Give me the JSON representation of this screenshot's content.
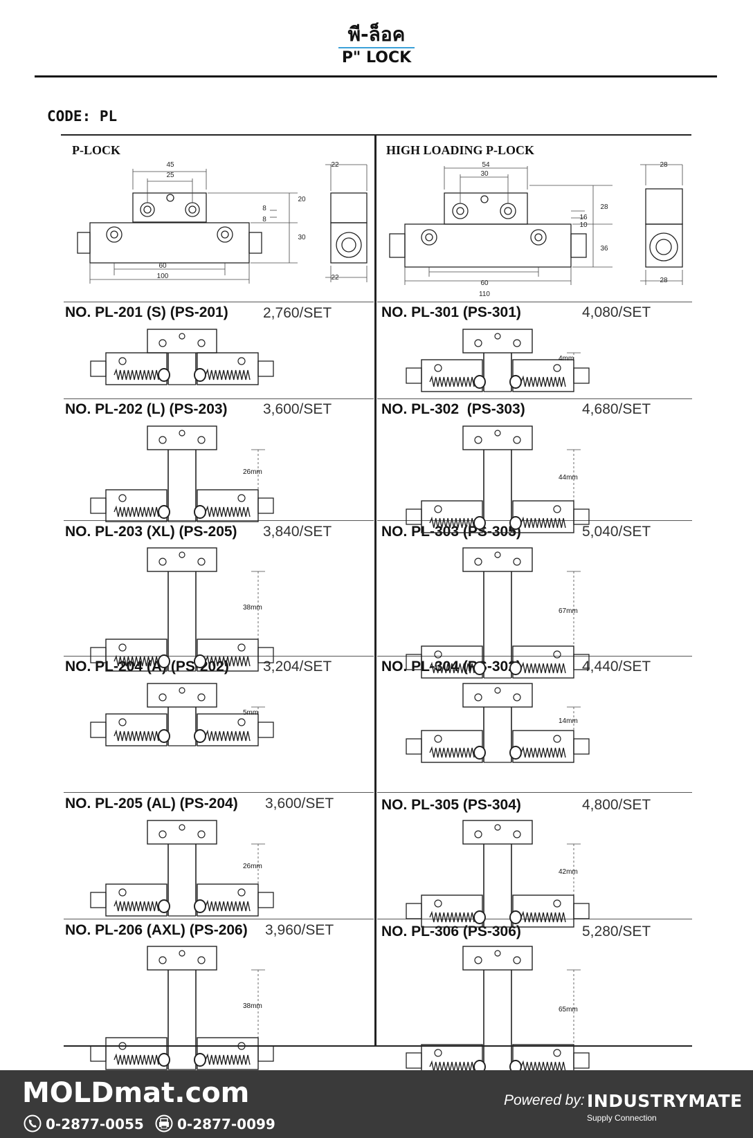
{
  "header": {
    "title_thai": "พี-ล็อค",
    "title_en": "P\" LOCK"
  },
  "code_label": "CODE: PL",
  "sections": {
    "left_title": "P-LOCK",
    "right_title": "HIGH LOADING P-LOCK"
  },
  "left_dims": {
    "d45": "45",
    "d25": "25",
    "d20": "20",
    "d8a": "8",
    "d8b": "8",
    "d30": "30",
    "d60": "60",
    "d100": "100",
    "d22a": "22",
    "d22b": "22"
  },
  "right_dims": {
    "d54": "54",
    "d30": "30",
    "d28a": "28",
    "d16": "16",
    "d10": "10",
    "d36": "36",
    "d60": "60",
    "d110": "110",
    "d28b": "28",
    "d28c": "28"
  },
  "products_left": [
    {
      "label": "NO. PL-201 (S) (PS-201)",
      "price": "2,760/SET",
      "gap": ""
    },
    {
      "label": "NO. PL-202 (L) (PS-203)",
      "price": "3,600/SET",
      "gap": "26mm"
    },
    {
      "label": "NO. PL-203 (XL) (PS-205)",
      "price": "3,840/SET",
      "gap": "38mm"
    },
    {
      "label": "NO. PL-204 (A) (PS-202)",
      "price": "3,204/SET",
      "gap": "5mm"
    },
    {
      "label": "NO. PL-205 (AL) (PS-204)",
      "price": "3,600/SET",
      "gap": "26mm"
    },
    {
      "label": "NO. PL-206 (AXL) (PS-206)",
      "price": "3,960/SET",
      "gap": "38mm"
    }
  ],
  "products_right": [
    {
      "label": "NO. PL-301 (PS-301)",
      "price": "4,080/SET",
      "gap": "4mm"
    },
    {
      "label": "NO. PL-302  (PS-303)",
      "price": "4,680/SET",
      "gap": "44mm"
    },
    {
      "label": "NO. PL-303 (PS-305)",
      "price": "5,040/SET",
      "gap": "67mm"
    },
    {
      "label": "NO. PL-304 (PS-302)",
      "price": "4,440/SET",
      "gap": "14mm"
    },
    {
      "label": "NO. PL-305 (PS-304)",
      "price": "4,800/SET",
      "gap": "42mm"
    },
    {
      "label": "NO. PL-306 (PS-306)",
      "price": "5,280/SET",
      "gap": "65mm"
    }
  ],
  "footer": {
    "brand": "MOLDmat.com",
    "phone": "0-2877-0055",
    "fax": "0-2877-0099",
    "powered": "Powered by:",
    "company": "INDUSTRYMATE",
    "tagline": "Supply Connection"
  }
}
